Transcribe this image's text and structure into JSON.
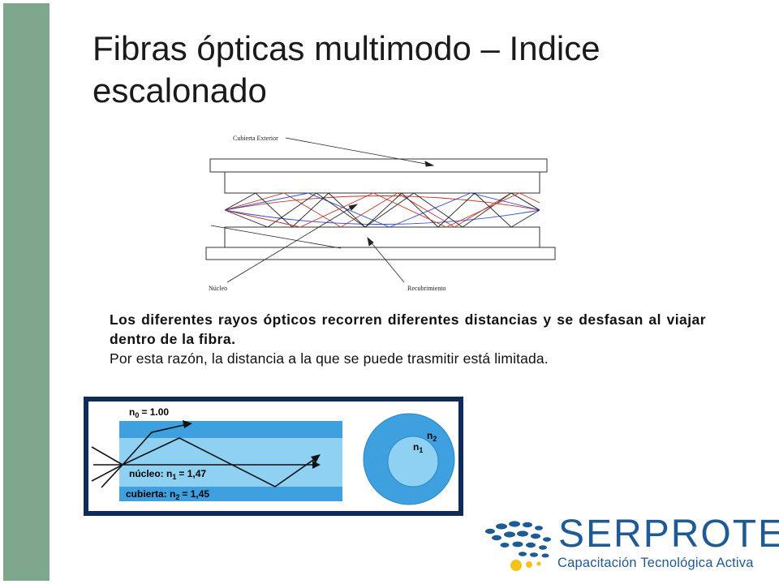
{
  "slide": {
    "title": "Fibras ópticas multimodo – Indice escalonado"
  },
  "fiber_diagram": {
    "labels": {
      "outer_jacket": "Cubierta Exterior",
      "core": "Núcleo",
      "cladding": "Recubrimiento"
    }
  },
  "body": {
    "bold_text": "Los diferentes rayos ópticos recorren diferentes distancias y se desfasan al viajar dentro de la fibra.",
    "plain_text": "Por esta razón, la distancia a la que se puede trasmitir está limitada."
  },
  "index_panel": {
    "n0": {
      "symbol": "n",
      "subscript": "0",
      "value": "= 1.00"
    },
    "core": {
      "label": "núcleo: n",
      "subscript": "1",
      "value": "= 1,47"
    },
    "cladding": {
      "label": "cubierta: n",
      "subscript": "2",
      "value": "= 1,45"
    },
    "ring_outer": {
      "symbol": "n",
      "subscript": "2"
    },
    "ring_inner": {
      "symbol": "n",
      "subscript": "1"
    }
  },
  "logo": {
    "wordmark": "SERPROTEL",
    "tagline": "Capacitación Tecnológica Activa"
  },
  "colors": {
    "side_bar": "#7fa78d",
    "panel_border": "#0d2c5a",
    "cladding_blue": "#3ea0de",
    "core_blue": "#8ed1f3",
    "logo_blue": "#1e5a93",
    "logo_yellow": "#f4c21c"
  }
}
